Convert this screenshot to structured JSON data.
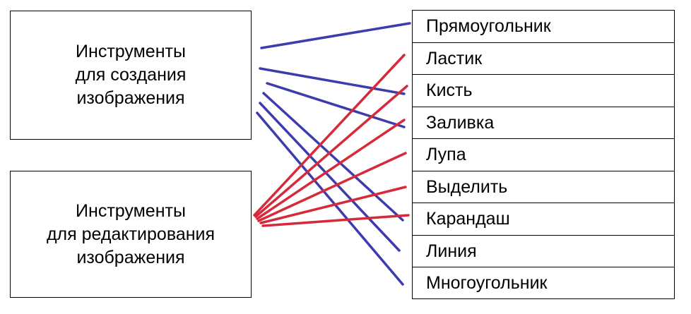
{
  "categories": {
    "create": {
      "lines": [
        "Инструменты",
        "для создания",
        "изображения"
      ]
    },
    "edit": {
      "lines": [
        "Инструменты",
        "для редактирования",
        "изображения"
      ]
    }
  },
  "tools": [
    "Прямоугольник",
    "Ластик",
    "Кисть",
    "Заливка",
    "Лупа",
    "Выделить",
    "Карандаш",
    "Линия",
    "Многоугольник"
  ],
  "colors": {
    "create_link": "#3c3caf",
    "edit_link": "#d62a3a"
  },
  "connections": {
    "create": [
      "Прямоугольник",
      "Кисть",
      "Заливка",
      "Карандаш",
      "Линия",
      "Многоугольник"
    ],
    "edit": [
      "Ластик",
      "Кисть",
      "Заливка",
      "Лупа",
      "Выделить",
      "Карандаш"
    ]
  }
}
